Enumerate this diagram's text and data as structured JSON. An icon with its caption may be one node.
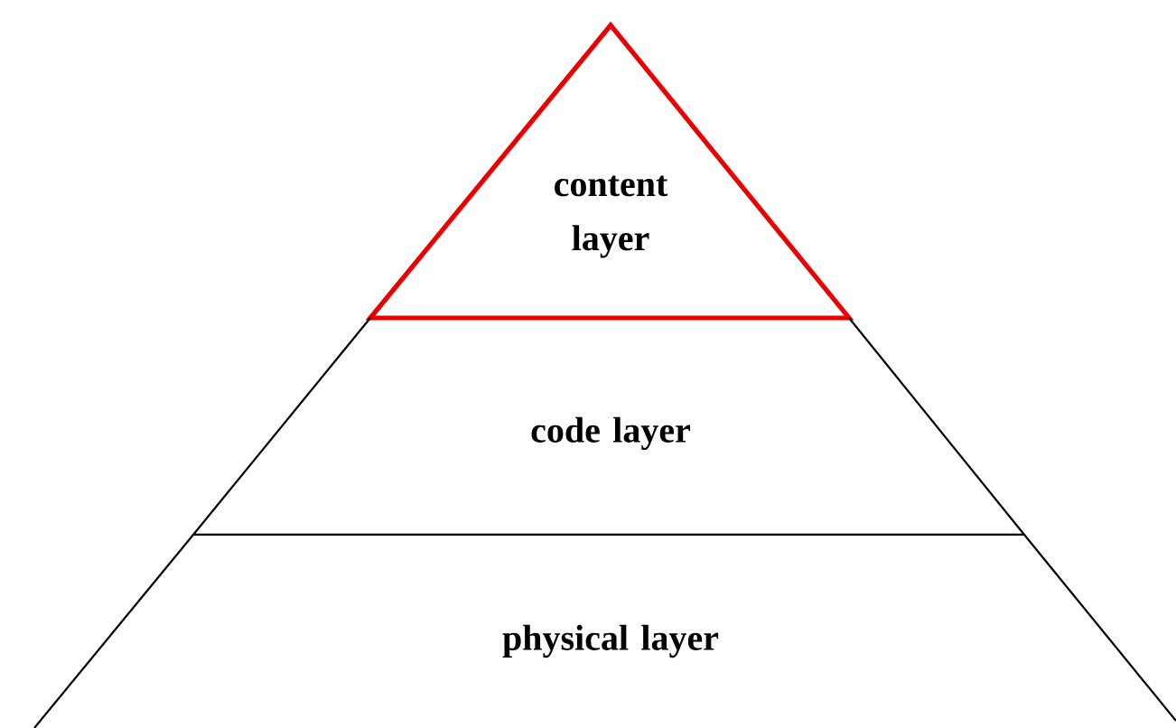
{
  "diagram": {
    "nodes": [
      {
        "text": [
          "content layer"
        ]
      },
      {
        "text": [
          "code layer"
        ]
      },
      {
        "text": [
          "physical layer"
        ]
      }
    ]
  }
}
